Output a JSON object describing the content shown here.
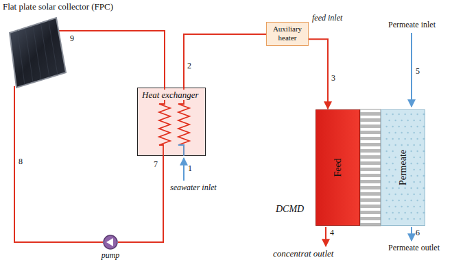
{
  "diagram": {
    "nodes": [
      {
        "text": [
          "Flat plate solar collector (FPC)"
        ]
      },
      {
        "text": [
          "Heat exchanger"
        ]
      },
      {
        "text": [
          "Auxiliary heater"
        ]
      },
      {
        "text": [
          "Feed"
        ]
      },
      {
        "text": [
          "Permeate"
        ]
      },
      {
        "text": [
          "pump"
        ]
      }
    ],
    "edges": [
      {
        "from": 0,
        "to": 1,
        "arrow": "none"
      },
      {
        "from": 1,
        "to": 5,
        "arrow": "none"
      },
      {
        "from": 5,
        "to": 0,
        "arrow": "none"
      },
      {
        "from": 1,
        "to": 2,
        "arrow": "none"
      },
      {
        "from": 2,
        "to": 3,
        "arrow": "to"
      }
    ],
    "labels": [
      "9",
      "2",
      "feed inlet",
      "Permeate inlet",
      "5",
      "3",
      "7",
      "1",
      "seawater inlet",
      "DCMD",
      "8",
      "4",
      "6",
      "Permeate outlet",
      "concentrat outlet"
    ]
  }
}
